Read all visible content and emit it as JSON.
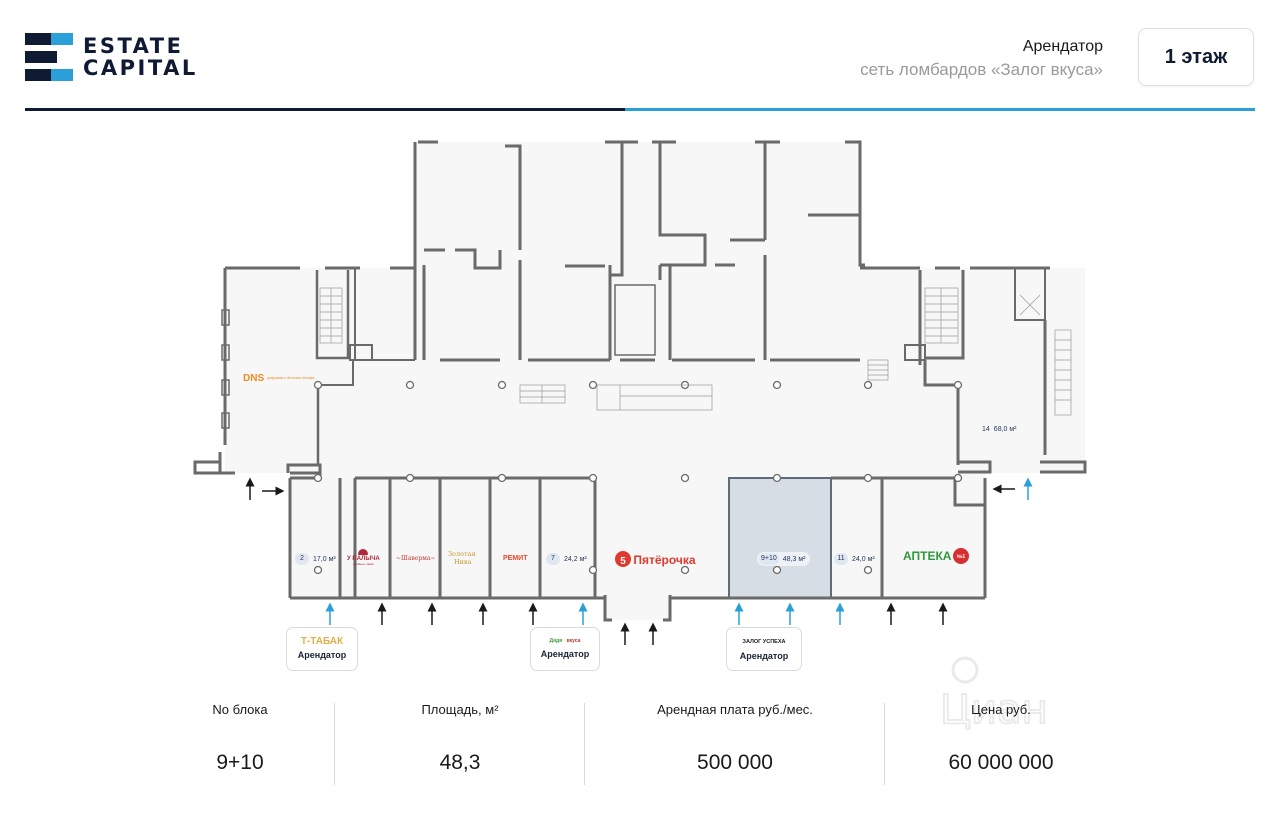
{
  "header": {
    "logo": {
      "line1": "ESTATE",
      "line2": "CAPITAL",
      "colors": {
        "dark": "#0f1b33",
        "blue": "#2a9fd8"
      }
    },
    "tenant_label": "Арендатор",
    "tenant_name": "сеть ломбардов «Залог вкуса»",
    "floor_button": "1 этаж"
  },
  "plan": {
    "units": [
      {
        "id": "2",
        "area": "17,0 м²"
      },
      {
        "id": "7",
        "area": "24,2 м²"
      },
      {
        "id": "9+10",
        "area": "48,3 м²",
        "highlighted": true
      },
      {
        "id": "11",
        "area": "24,0 м²"
      },
      {
        "id": "14",
        "area": "68,0 м²"
      }
    ],
    "brands": {
      "dns": "DNS",
      "dns_sub": "цифровая и бытовая техника",
      "u_palycha": "У ПАЛЫЧА",
      "u_palycha_sub": "хлебные лавки",
      "shavarma": "~Шаверма~",
      "zolotaya_niva_1": "Золотая",
      "zolotaya_niva_2": "Нива",
      "remit": "РЕМИТ",
      "pyaterochka": "Пятёрочка",
      "pyaterochka_digit": "5",
      "apteka": "АПТЕКА",
      "apteka_badge": "№1"
    },
    "tenant_cards": [
      {
        "brand": "Т-ТАБАК",
        "role": "Арендатор"
      },
      {
        "brand_left": "Дядя",
        "brand_mid": "·",
        "brand_right": "вкуса",
        "role": "Арендатор"
      },
      {
        "brand": "ЗАЛОГ УСПЕХА",
        "role": "Арендатор"
      }
    ],
    "colors": {
      "highlight_fill": "#d6dde5",
      "wall": "#6a6a6a",
      "floor": "#f7f7f7",
      "arrow_black": "#1a1a1a",
      "arrow_blue": "#2a9fd8",
      "dns": "#f28a1e",
      "pyaterochka": "#e03a2f",
      "apteka": "#2e9a3a"
    }
  },
  "stats": {
    "columns": [
      {
        "label": "No блока",
        "value": "9+10"
      },
      {
        "label": "Площадь, м²",
        "value": "48,3"
      },
      {
        "label": "Арендная плата руб./мес.",
        "value": "500 000"
      },
      {
        "label": "Цена руб.",
        "value": "60 000 000"
      }
    ]
  }
}
